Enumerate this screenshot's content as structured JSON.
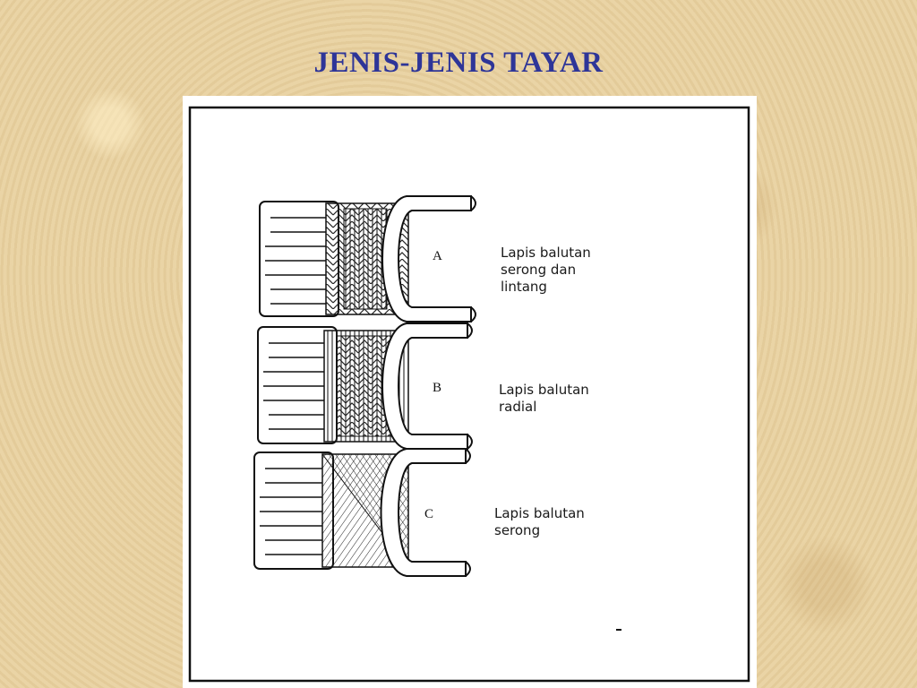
{
  "slide": {
    "title": "JENIS-JENIS TAYAR"
  },
  "figure": {
    "tyres": [
      {
        "letter": "A",
        "caption_lines": [
          "Lapis balutan",
          "serong dan",
          "lintang"
        ],
        "ply": "bias-belted"
      },
      {
        "letter": "B",
        "caption_lines": [
          "Lapis balutan",
          "radial"
        ],
        "ply": "radial"
      },
      {
        "letter": "C",
        "caption_lines": [
          "Lapis balutan",
          "serong"
        ],
        "ply": "bias"
      }
    ]
  }
}
